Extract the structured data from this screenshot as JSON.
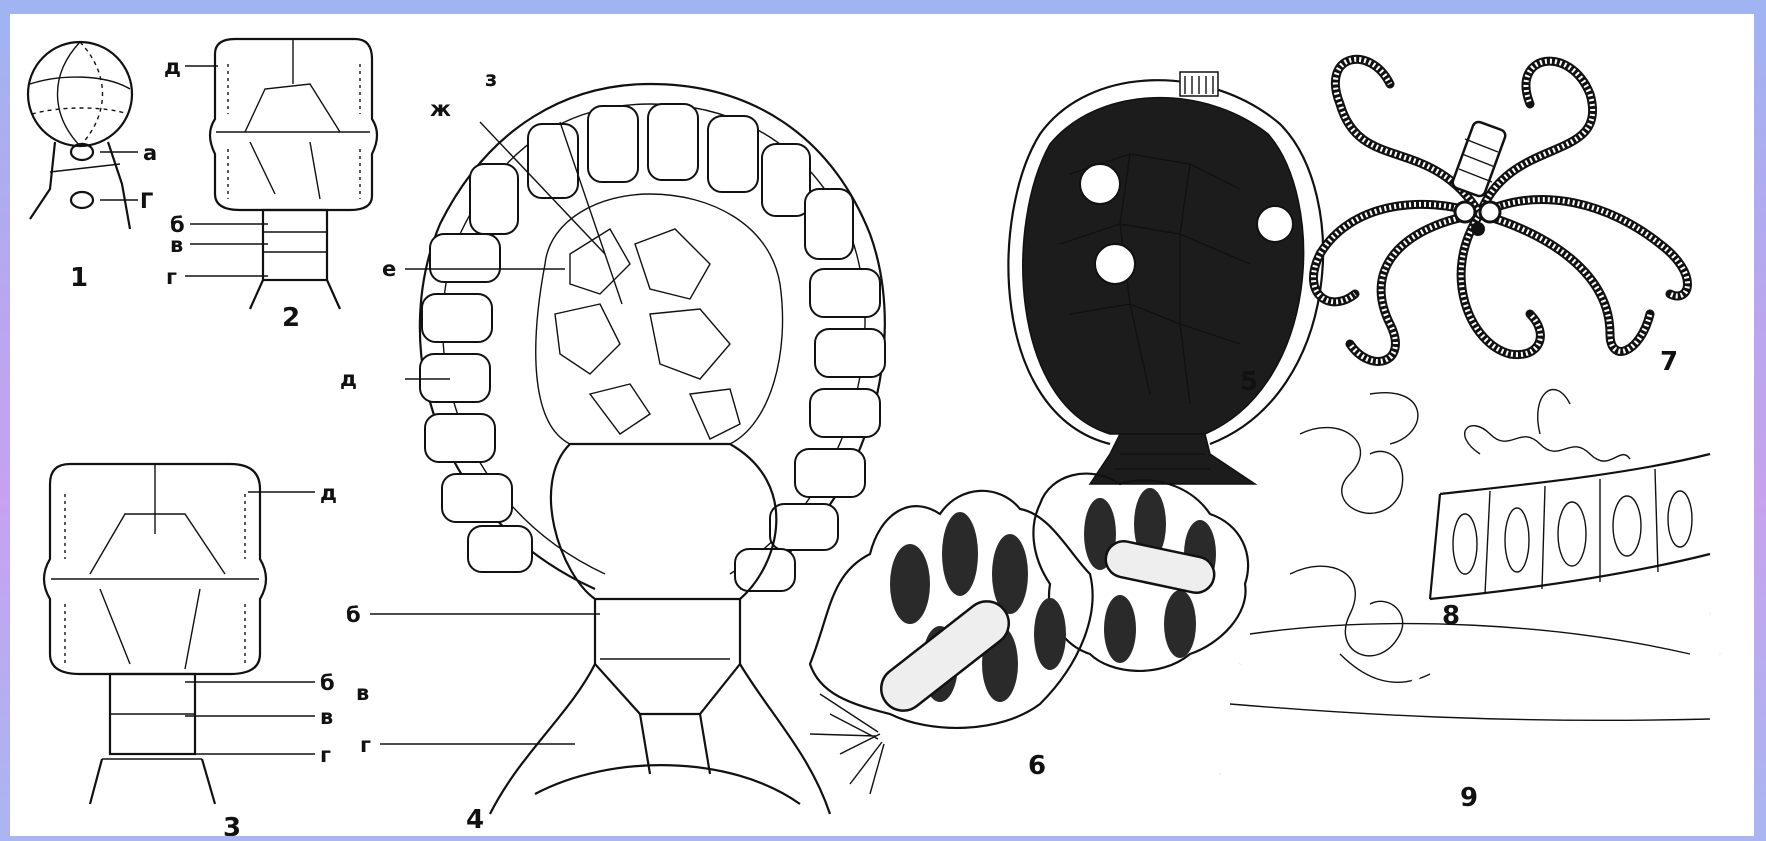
{
  "figure": {
    "panel_labels": [
      "1",
      "2",
      "3",
      "4",
      "5",
      "6",
      "7",
      "8",
      "9"
    ],
    "part_labels": {
      "a": "а",
      "b": "б",
      "v": "в",
      "g": "г",
      "g_suffix": "Г",
      "d": "д",
      "e": "е",
      "zh": "ж",
      "z": "з"
    }
  },
  "colors": {
    "frame_top": "#9fb4f2",
    "frame_mid": "#c7a2ee",
    "ink": "#111111",
    "paper": "#ffffff"
  }
}
